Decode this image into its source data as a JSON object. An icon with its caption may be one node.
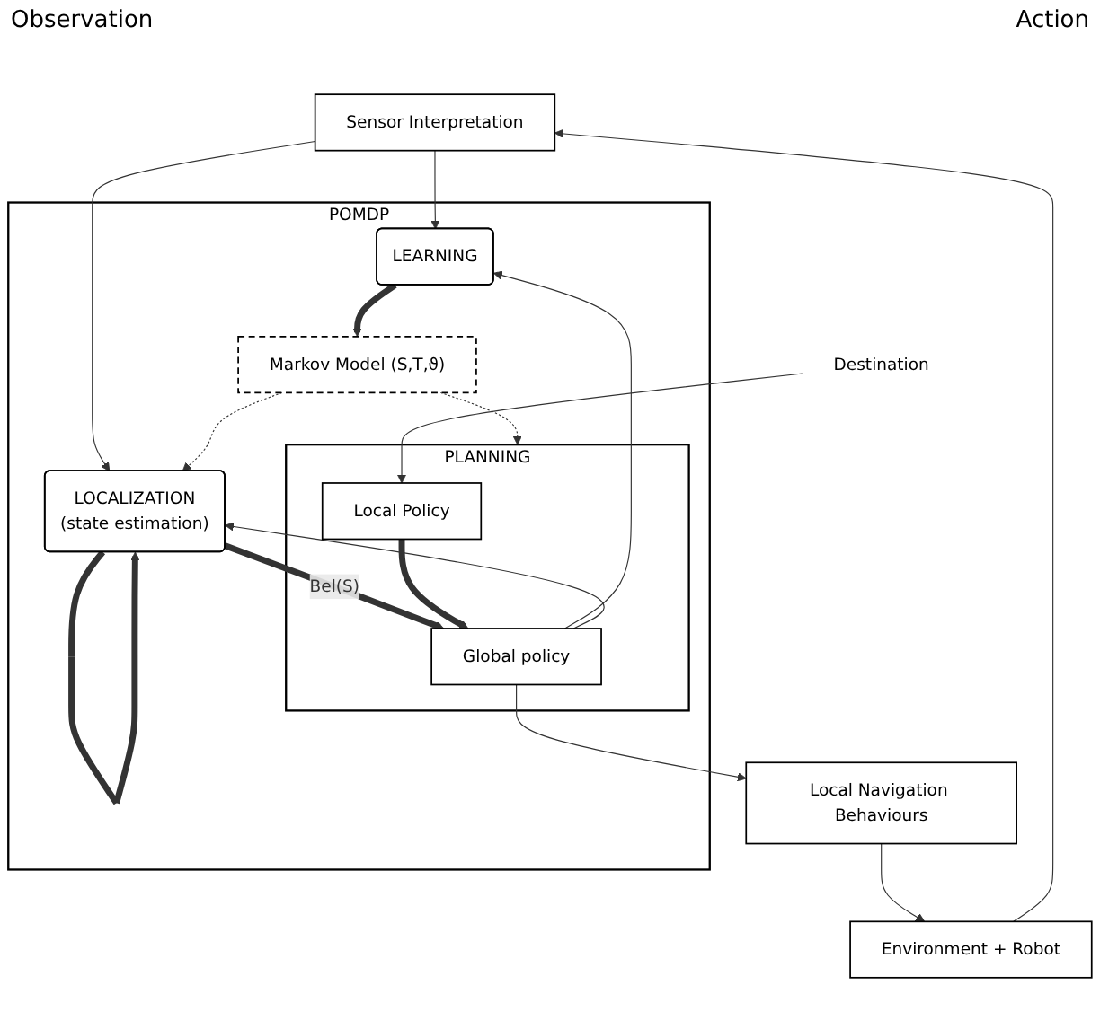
{
  "diagram": {
    "nodes": [
      {
        "text": [
          "Sensor Interpretation"
        ]
      },
      {
        "text": [
          "Environment + Robot"
        ]
      },
      {
        "text": [
          "Local Navigation Behaviours"
        ]
      },
      {
        "text": [
          "POMDP"
        ]
      },
      {
        "text": [
          "LEARNING"
        ],
        "in": 3
      },
      {
        "text": [
          "Markov Model (S,T,ϑ)"
        ],
        "in": 3
      },
      {
        "text": [
          "LOCALIZATION",
          "(state estimation)"
        ],
        "in": 3
      },
      {
        "text": [
          "PLANNING"
        ],
        "in": 3
      },
      {
        "text": [
          "Global policy"
        ],
        "in": 7
      },
      {
        "text": [
          "Local Policy"
        ],
        "in": 7
      },
      {
        "text": [
          "Destination"
        ]
      }
    ],
    "edges": [
      {
        "from": 2,
        "to": 1,
        "arrow": "to"
      },
      {
        "from": 1,
        "to": 0,
        "arrow": "to"
      },
      {
        "from": 0,
        "to": 4,
        "arrow": "to"
      },
      {
        "from": 0,
        "to": 6,
        "arrow": "to"
      },
      {
        "from": 8,
        "to": 2,
        "arrow": "to"
      },
      {
        "from": 8,
        "to": 4,
        "arrow": "to"
      },
      {
        "from": 8,
        "to": 6,
        "arrow": "to"
      },
      {
        "from": 4,
        "to": 5,
        "arrow": "to",
        "style": "thick"
      },
      {
        "from": 5,
        "to": 6,
        "arrow": "to",
        "style": "dashed"
      },
      {
        "from": 5,
        "to": 7,
        "arrow": "to",
        "style": "dashed"
      },
      {
        "from": 6,
        "to": 8,
        "arrow": "to",
        "label": "Bel(S)",
        "style": "thick"
      },
      {
        "from": 6,
        "to": 6,
        "arrow": "to",
        "style": "thick"
      },
      {
        "from": 9,
        "to": 8,
        "arrow": "to",
        "style": "thick"
      },
      {
        "from": 10,
        "to": 9,
        "arrow": "to"
      }
    ],
    "labels": [
      "Observation",
      "Action"
    ]
  }
}
